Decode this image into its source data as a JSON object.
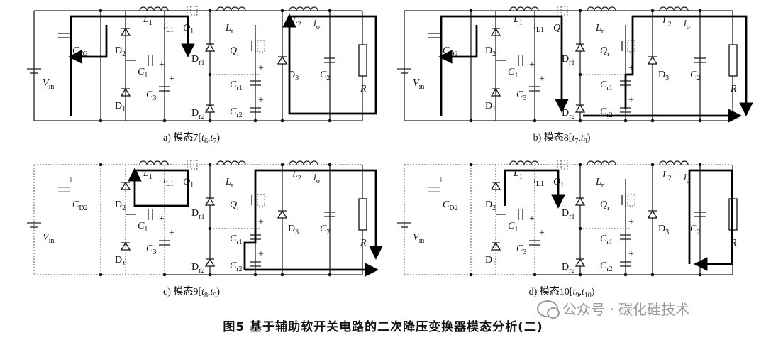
{
  "figure": {
    "title": "图5  基于辅助软开关电路的二次降压变换器模态分析(二)",
    "watermark": "公众号 · 碳化硅技术"
  },
  "labels": {
    "vin": "V",
    "vin_sub": "in",
    "cd2": "C",
    "cd2_sub": "D2",
    "c1": "C",
    "c1_sub": "1",
    "c3": "C",
    "c3_sub": "3",
    "d1": "D",
    "d1_sub": "1",
    "d2": "D",
    "d2_sub": "2",
    "l1": "L",
    "l1_sub": "1",
    "il1": "i",
    "il1_sub": "L1",
    "q1": "Q",
    "q1_sub": "1",
    "lr": "L",
    "lr_sub": "r",
    "qr": "Q",
    "qr_sub": "r",
    "dr1": "D",
    "dr1_sub": "r1",
    "dr2": "D",
    "dr2_sub": "r2",
    "cr1": "C",
    "cr1_sub": "r1",
    "cr2": "C",
    "cr2_sub": "r2",
    "l2": "L",
    "l2_sub": "2",
    "io": "i",
    "io_sub": "o",
    "d3": "D",
    "d3_sub": "3",
    "c2": "C",
    "c2_sub": "2",
    "r": "R",
    "plus": "+"
  },
  "panels": [
    {
      "id": "a",
      "caption": "a)  模态7[t6,t7)",
      "cap_pre": "a)  模态7[",
      "t1": "t",
      "s1": "6",
      "t2": "t",
      "s2": "7",
      "cap_post": ")"
    },
    {
      "id": "b",
      "caption": "b)  模态8[t7,t8)",
      "cap_pre": "b)  模态8[",
      "t1": "t",
      "s1": "7",
      "t2": "t",
      "s2": "8",
      "cap_post": ")"
    },
    {
      "id": "c",
      "caption": "c)  模态9[t8,t9)",
      "cap_pre": "c)  模态9[",
      "t1": "t",
      "s1": "8",
      "t2": "t",
      "s2": "9",
      "cap_post": ")"
    },
    {
      "id": "d",
      "caption": "d)  模态10[t9,t10)",
      "cap_pre": "d)  模态10[",
      "t1": "t",
      "s1": "9",
      "t2": "t",
      "s2": "10",
      "cap_post": ")"
    }
  ]
}
